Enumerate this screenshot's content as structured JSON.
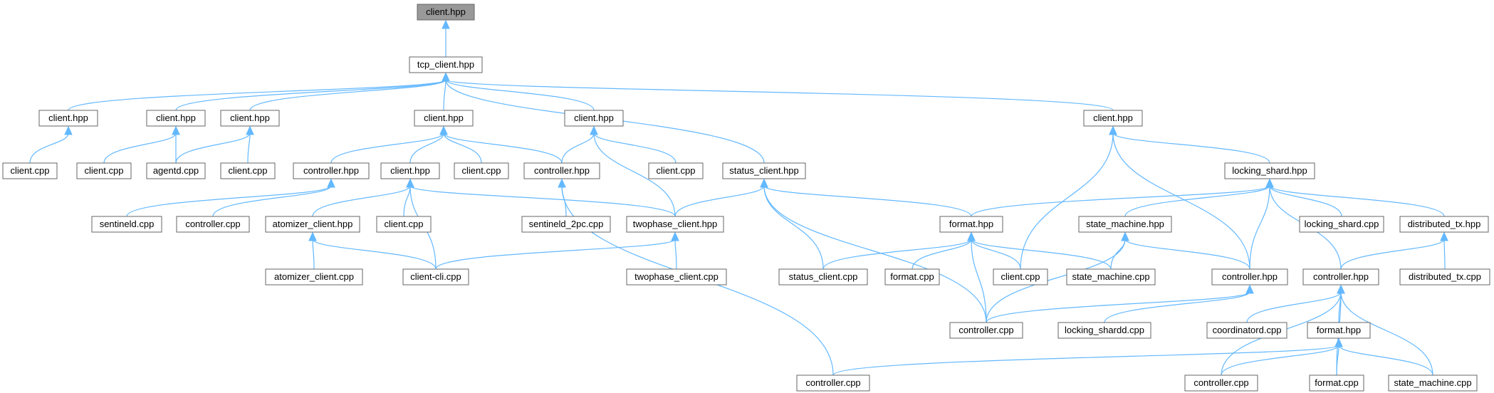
{
  "colors": {
    "edge": "#63b8ff",
    "node_border": "#666666",
    "root_fill": "#999999",
    "node_fill": "#ffffff"
  },
  "nodes": [
    {
      "id": "n_root",
      "label": "client.hpp"
    },
    {
      "id": "n_tcp",
      "label": "tcp_client.hpp"
    },
    {
      "id": "n_c1",
      "label": "client.hpp"
    },
    {
      "id": "n_c2",
      "label": "client.hpp"
    },
    {
      "id": "n_c3",
      "label": "client.hpp"
    },
    {
      "id": "n_c4",
      "label": "client.hpp"
    },
    {
      "id": "n_c5",
      "label": "client.hpp"
    },
    {
      "id": "n_c6",
      "label": "client.hpp"
    },
    {
      "id": "n_l3_1",
      "label": "client.cpp"
    },
    {
      "id": "n_l3_2",
      "label": "client.cpp"
    },
    {
      "id": "n_agentd",
      "label": "agentd.cpp"
    },
    {
      "id": "n_l3_3",
      "label": "client.cpp"
    },
    {
      "id": "n_ctrl_hpp1",
      "label": "controller.hpp"
    },
    {
      "id": "n_c7",
      "label": "client.hpp"
    },
    {
      "id": "n_l3_4",
      "label": "client.cpp"
    },
    {
      "id": "n_ctrl_hpp2",
      "label": "controller.hpp"
    },
    {
      "id": "n_l3_5",
      "label": "client.cpp"
    },
    {
      "id": "n_status",
      "label": "status_client.hpp"
    },
    {
      "id": "n_locking",
      "label": "locking_shard.hpp"
    },
    {
      "id": "n_sentineld",
      "label": "sentineld.cpp"
    },
    {
      "id": "n_ctrl_cpp1",
      "label": "controller.cpp"
    },
    {
      "id": "n_atomizer",
      "label": "atomizer_client.hpp"
    },
    {
      "id": "n_l4_client",
      "label": "client.cpp"
    },
    {
      "id": "n_sentineld2pc",
      "label": "sentineld_2pc.cpp"
    },
    {
      "id": "n_twophase",
      "label": "twophase_client.hpp"
    },
    {
      "id": "n_format1",
      "label": "format.hpp"
    },
    {
      "id": "n_statemachine",
      "label": "state_machine.hpp"
    },
    {
      "id": "n_locking_cpp",
      "label": "locking_shard.cpp"
    },
    {
      "id": "n_distributed",
      "label": "distributed_tx.hpp"
    },
    {
      "id": "n_atomizer_cpp",
      "label": "atomizer_client.cpp"
    },
    {
      "id": "n_clientcli",
      "label": "client-cli.cpp"
    },
    {
      "id": "n_twophase_cpp",
      "label": "twophase_client.cpp"
    },
    {
      "id": "n_status_cpp",
      "label": "status_client.cpp"
    },
    {
      "id": "n_format_cpp1",
      "label": "format.cpp"
    },
    {
      "id": "n_l5_client",
      "label": "client.cpp"
    },
    {
      "id": "n_statemachine_cpp1",
      "label": "state_machine.cpp"
    },
    {
      "id": "n_ctrl_hpp3",
      "label": "controller.hpp"
    },
    {
      "id": "n_ctrl_hpp4",
      "label": "controller.hpp"
    },
    {
      "id": "n_distributed_cpp",
      "label": "distributed_tx.cpp"
    },
    {
      "id": "n_ctrl_cpp2",
      "label": "controller.cpp"
    },
    {
      "id": "n_shardd",
      "label": "locking_shardd.cpp"
    },
    {
      "id": "n_coordinatord",
      "label": "coordinatord.cpp"
    },
    {
      "id": "n_format2",
      "label": "format.hpp"
    },
    {
      "id": "n_ctrl_cpp3",
      "label": "controller.cpp"
    },
    {
      "id": "n_ctrl_cpp4",
      "label": "controller.cpp"
    },
    {
      "id": "n_format_cpp2",
      "label": "format.cpp"
    },
    {
      "id": "n_statemachine_cpp2",
      "label": "state_machine.cpp"
    }
  ],
  "edges": [
    [
      "n_root",
      "n_tcp"
    ],
    [
      "n_tcp",
      "n_c1"
    ],
    [
      "n_tcp",
      "n_c2"
    ],
    [
      "n_tcp",
      "n_c3"
    ],
    [
      "n_tcp",
      "n_c4"
    ],
    [
      "n_tcp",
      "n_c5"
    ],
    [
      "n_tcp",
      "n_status"
    ],
    [
      "n_tcp",
      "n_c6"
    ],
    [
      "n_c1",
      "n_l3_1"
    ],
    [
      "n_c2",
      "n_l3_2"
    ],
    [
      "n_c2",
      "n_agentd"
    ],
    [
      "n_c3",
      "n_agentd"
    ],
    [
      "n_c3",
      "n_l3_3"
    ],
    [
      "n_c4",
      "n_ctrl_hpp1"
    ],
    [
      "n_c4",
      "n_c7"
    ],
    [
      "n_c4",
      "n_l3_4"
    ],
    [
      "n_c4",
      "n_ctrl_hpp2"
    ],
    [
      "n_c5",
      "n_ctrl_hpp2"
    ],
    [
      "n_c5",
      "n_l3_5"
    ],
    [
      "n_c5",
      "n_twophase"
    ],
    [
      "n_c6",
      "n_locking"
    ],
    [
      "n_c6",
      "n_l5_client"
    ],
    [
      "n_c6",
      "n_ctrl_hpp3"
    ],
    [
      "n_ctrl_hpp1",
      "n_sentineld"
    ],
    [
      "n_ctrl_hpp1",
      "n_ctrl_cpp1"
    ],
    [
      "n_c7",
      "n_atomizer"
    ],
    [
      "n_c7",
      "n_l4_client"
    ],
    [
      "n_c7",
      "n_clientcli"
    ],
    [
      "n_c7",
      "n_twophase"
    ],
    [
      "n_ctrl_hpp2",
      "n_sentineld2pc"
    ],
    [
      "n_ctrl_hpp2",
      "n_ctrl_cpp4"
    ],
    [
      "n_status",
      "n_twophase"
    ],
    [
      "n_status",
      "n_format1"
    ],
    [
      "n_status",
      "n_status_cpp"
    ],
    [
      "n_status",
      "n_ctrl_cpp2"
    ],
    [
      "n_locking",
      "n_format1"
    ],
    [
      "n_locking",
      "n_statemachine"
    ],
    [
      "n_locking",
      "n_locking_cpp"
    ],
    [
      "n_locking",
      "n_distributed"
    ],
    [
      "n_locking",
      "n_ctrl_hpp3"
    ],
    [
      "n_locking",
      "n_ctrl_hpp4"
    ],
    [
      "n_atomizer",
      "n_atomizer_cpp"
    ],
    [
      "n_atomizer",
      "n_clientcli"
    ],
    [
      "n_twophase",
      "n_clientcli"
    ],
    [
      "n_twophase",
      "n_twophase_cpp"
    ],
    [
      "n_format1",
      "n_status_cpp"
    ],
    [
      "n_format1",
      "n_format_cpp1"
    ],
    [
      "n_format1",
      "n_l5_client"
    ],
    [
      "n_format1",
      "n_statemachine_cpp1"
    ],
    [
      "n_format1",
      "n_ctrl_cpp2"
    ],
    [
      "n_statemachine",
      "n_statemachine_cpp1"
    ],
    [
      "n_statemachine",
      "n_ctrl_hpp3"
    ],
    [
      "n_statemachine",
      "n_ctrl_cpp2"
    ],
    [
      "n_distributed",
      "n_ctrl_hpp4"
    ],
    [
      "n_distributed",
      "n_distributed_cpp"
    ],
    [
      "n_ctrl_hpp3",
      "n_ctrl_cpp2"
    ],
    [
      "n_ctrl_hpp3",
      "n_shardd"
    ],
    [
      "n_ctrl_hpp4",
      "n_coordinatord"
    ],
    [
      "n_ctrl_hpp4",
      "n_format2"
    ],
    [
      "n_ctrl_hpp4",
      "n_ctrl_cpp3"
    ],
    [
      "n_ctrl_hpp4",
      "n_format_cpp2"
    ],
    [
      "n_ctrl_hpp4",
      "n_statemachine_cpp2"
    ],
    [
      "n_format2",
      "n_ctrl_cpp4"
    ],
    [
      "n_format2",
      "n_ctrl_cpp3"
    ],
    [
      "n_format2",
      "n_format_cpp2"
    ],
    [
      "n_format2",
      "n_statemachine_cpp2"
    ]
  ]
}
